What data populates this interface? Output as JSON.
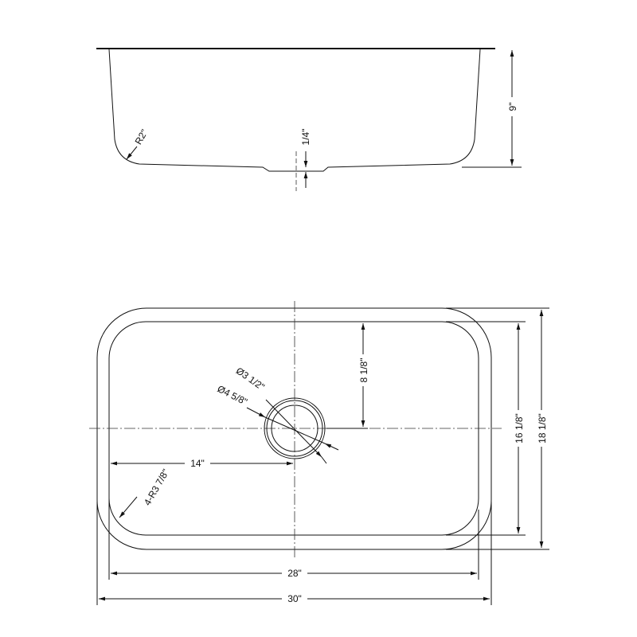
{
  "side_view": {
    "depth_label": "9\"",
    "corner_radius_label": "R2\"",
    "drain_recess_label": "1/4\""
  },
  "top_view": {
    "drain_inner_diameter_label": "Ø3 1/2\"",
    "drain_outer_diameter_label": "Ø4 5/8\"",
    "drain_offset_depth_label": "8 1/8\"",
    "drain_offset_width_label": "14\"",
    "corner_radius_label": "4-R3 7/8\"",
    "inner_depth_label": "16 1/8\"",
    "outer_depth_label": "18 1/8\"",
    "inner_width_label": "28\"",
    "outer_width_label": "30\""
  }
}
